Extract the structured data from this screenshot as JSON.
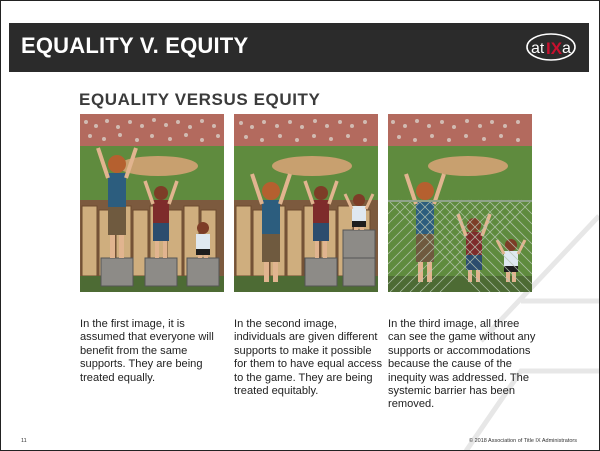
{
  "slide": {
    "title": "EQUALITY V. EQUITY",
    "heading": "EQUALITY VERSUS EQUITY",
    "logo_text": "atixa",
    "page_number": "11",
    "copyright": "© 2018 Association of Title IX Administrators"
  },
  "panels": [
    {
      "caption": "In the first image, it is assumed that everyone will benefit from the same supports. They are being treated equally."
    },
    {
      "caption": "In the second image, individuals are given different supports to make it possible for them to have equal access to the game. They are being treated equitably."
    },
    {
      "caption": "In the third image, all three can see the game without any supports or accommodations because the cause of the inequity was addressed. The systemic barrier has been removed."
    }
  ],
  "colors": {
    "header_band": "#2b2b2b",
    "logo_red": "#c8102e",
    "field_green": "#5f8b3e",
    "fence_tan": "#cfae7e",
    "crate_gray": "#8d8b87"
  }
}
